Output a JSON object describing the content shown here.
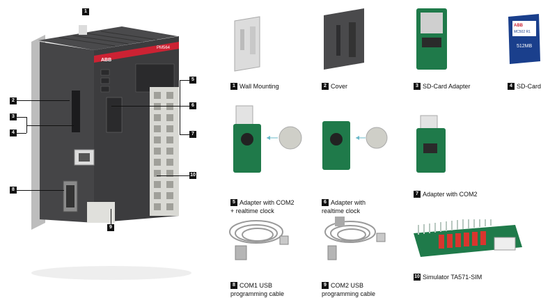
{
  "plc": {
    "brand": "ABB",
    "model": "PM564",
    "markers": [
      "1",
      "2",
      "3",
      "4",
      "5",
      "6",
      "7",
      "8",
      "9",
      "10"
    ]
  },
  "items": [
    {
      "num": "1",
      "label": "Wall Mounting"
    },
    {
      "num": "2",
      "label": "Cover"
    },
    {
      "num": "3",
      "label": "SD-Card Adapter"
    },
    {
      "num": "4",
      "label": "SD-Card"
    },
    {
      "num": "5",
      "label": "Adapter with COM2\n+ realtime clock"
    },
    {
      "num": "6",
      "label": "Adapter with\nrealtime clock"
    },
    {
      "num": "7",
      "label": "Adapter with COM2"
    },
    {
      "num": "8",
      "label": "COM1 USB\nprogramming cable"
    },
    {
      "num": "9",
      "label": "COM2 USB\nprogramming cable"
    },
    {
      "num": "10",
      "label": "Simulator TA571-SIM"
    }
  ],
  "sdcard": {
    "brand": "ABB",
    "model": "MC502 R1",
    "capacity": "512MB"
  },
  "colors": {
    "plc_dark": "#3a3a3c",
    "plc_red": "#cc2233",
    "board_green": "#1f7a4a",
    "terminal": "#d9d9d4",
    "red_switch": "#d9352e"
  }
}
